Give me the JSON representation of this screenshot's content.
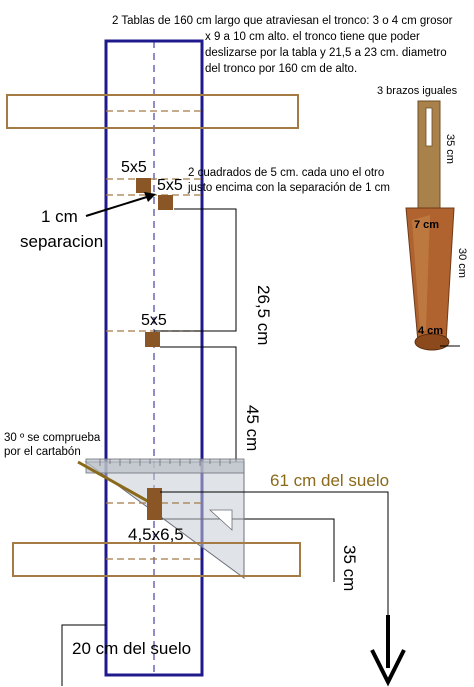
{
  "notes": {
    "header": [
      "2 Tablas  de 160 cm largo  que atraviesan el tronco: 3 o 4 cm grosor",
      "x 9 a 10 cm alto. el tronco tiene que poder",
      "deslizarse por la tabla y 21,5 a 23 cm. diametro",
      "del tronco por 160 cm de alto."
    ],
    "squares": [
      "2 cuadrados de 5 cm. cada uno  el otro",
      "justo encima con la separación de 1 cm"
    ],
    "separation": [
      "1 cm",
      "separacion"
    ],
    "angle": [
      "30 º se comprueba",
      "por el cartabón"
    ],
    "arms": "3 brazos iguales"
  },
  "labels": {
    "square_top_left": "5x5",
    "square_top_right": "5x5",
    "square_middle": "5x5",
    "hole_bottom": "4,5x6,5",
    "dim_1": "26,5 cm",
    "dim_2": "45 cm",
    "dim_3": "35 cm",
    "height_upper": "61 cm del suelo",
    "height_lower": "20 cm del suelo"
  },
  "inset": {
    "dim_handle": "35 cm",
    "dim_body": "30 cm",
    "dim_top_width": "7 cm",
    "dim_bottom_width": "4 cm"
  },
  "colors": {
    "trunk_outline": "#1f1a8c",
    "wood_square": "#8a5626",
    "board_fill": "#a57b45",
    "dim_line": "#000000",
    "text_brown": "#8a6a1a",
    "ruler": "#8a8f99"
  }
}
